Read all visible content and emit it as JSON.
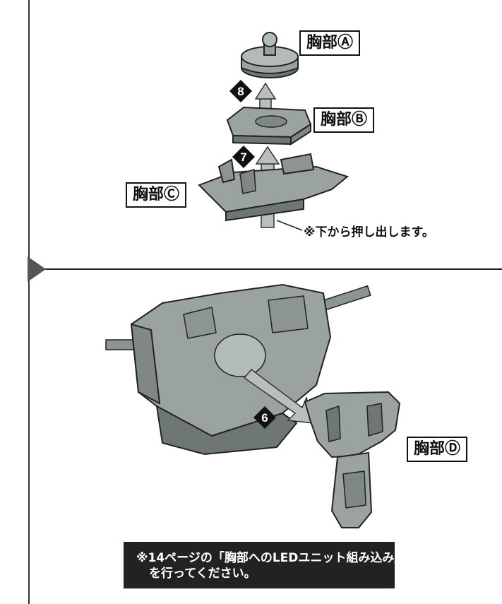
{
  "labels": {
    "chest_a": "胸部Ⓐ",
    "chest_b": "胸部Ⓑ",
    "chest_c": "胸部Ⓒ",
    "chest_d": "胸部Ⓓ"
  },
  "steps": {
    "step_6": "6",
    "step_7": "7",
    "step_8": "8"
  },
  "notes": {
    "push_out": "※下から押し出します。",
    "bottom_line1": "※14ページの「胸部へのLEDユニット組み込み」",
    "bottom_line2": "を行ってください。"
  },
  "colors": {
    "part_fill": "#9aa3a1",
    "part_shadow": "#6e7775",
    "arrow_fill": "#b9bfbd",
    "badge_fill": "#111111",
    "note_bg": "#222222"
  }
}
